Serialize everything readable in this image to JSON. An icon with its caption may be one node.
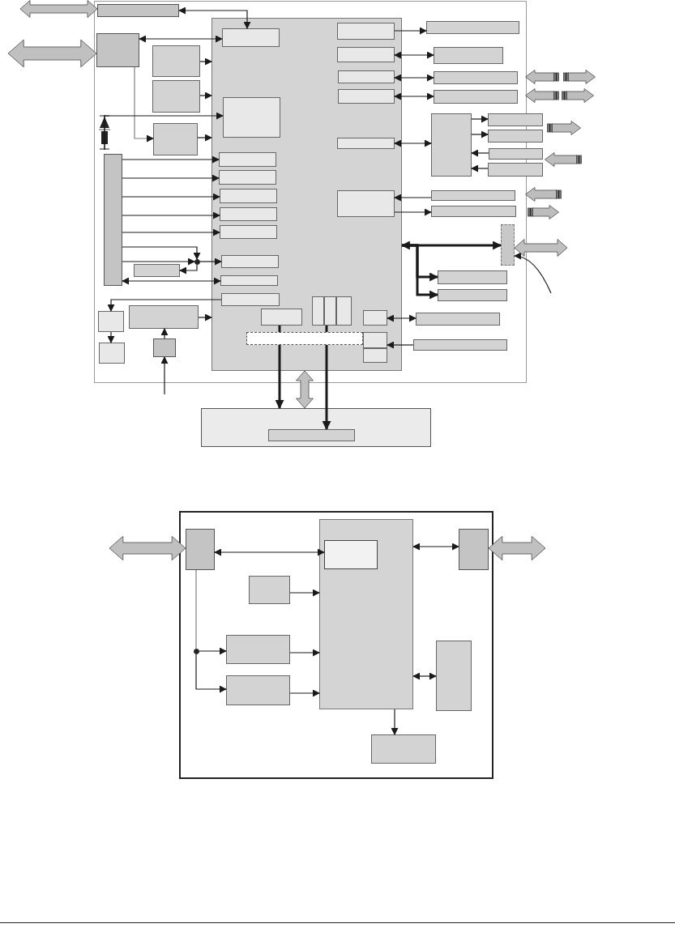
{
  "diagram": {
    "nodes": [
      {
        "text": [],
        "shape": "box"
      },
      {
        "text": [],
        "shape": "box",
        "in": 0
      },
      {
        "text": [],
        "shape": "box",
        "in": 0
      },
      {
        "text": [],
        "shape": "box",
        "in": 0
      },
      {
        "text": [],
        "shape": "box",
        "in": 0
      },
      {
        "text": [],
        "shape": "box",
        "in": 0
      },
      {
        "text": [],
        "shape": "box",
        "in": 0
      },
      {
        "text": [],
        "shape": "box",
        "in": 0
      },
      {
        "text": [],
        "shape": "box",
        "in": 0
      },
      {
        "text": [],
        "shape": "box",
        "in": 0
      },
      {
        "text": [],
        "shape": "box",
        "in": 0
      },
      {
        "text": [],
        "shape": "box",
        "in": 0
      },
      {
        "text": [],
        "shape": "box",
        "in": 0
      },
      {
        "text": [],
        "shape": "box",
        "in": 1
      },
      {
        "text": [],
        "shape": "box",
        "in": 1
      },
      {
        "text": [],
        "shape": "box",
        "in": 1
      },
      {
        "text": [],
        "shape": "box",
        "in": 1
      },
      {
        "text": [],
        "shape": "box",
        "in": 1
      },
      {
        "text": [],
        "shape": "box",
        "in": 1
      },
      {
        "text": [],
        "shape": "box",
        "in": 1
      },
      {
        "text": [],
        "shape": "box",
        "in": 1
      },
      {
        "text": [],
        "shape": "box",
        "in": 1
      },
      {
        "text": [],
        "shape": "box",
        "in": 1
      },
      {
        "text": [],
        "shape": "box",
        "in": 1
      },
      {
        "text": [],
        "shape": "box",
        "in": 1
      },
      {
        "text": [],
        "shape": "box",
        "in": 1
      },
      {
        "text": [],
        "shape": "box",
        "in": 1
      },
      {
        "text": [],
        "shape": "box",
        "in": 1
      },
      {
        "text": [],
        "shape": "box",
        "in": 1
      },
      {
        "text": [],
        "shape": "box",
        "in": 1
      },
      {
        "text": [],
        "shape": "box",
        "in": 1
      },
      {
        "text": [],
        "shape": "box",
        "in": 1
      },
      {
        "text": [],
        "shape": "box",
        "in": 1
      },
      {
        "text": [],
        "shape": "box",
        "in": 1
      },
      {
        "text": [],
        "shape": "box",
        "in": 1
      },
      {
        "text": [],
        "shape": "box",
        "in": 1
      },
      {
        "text": [],
        "shape": "box",
        "in": 1
      },
      {
        "text": [],
        "shape": "box",
        "in": 0
      },
      {
        "text": [],
        "shape": "box",
        "in": 0
      },
      {
        "text": [],
        "shape": "box",
        "in": 0
      },
      {
        "text": [],
        "shape": "box",
        "in": 0
      },
      {
        "text": [],
        "shape": "box",
        "in": 0
      },
      {
        "text": [],
        "shape": "box"
      },
      {
        "text": [],
        "shape": "box"
      },
      {
        "text": [],
        "shape": "box"
      },
      {
        "text": [],
        "shape": "box"
      },
      {
        "text": [],
        "shape": "box",
        "in": 0
      },
      {
        "text": [],
        "shape": "box",
        "in": 0
      },
      {
        "text": [],
        "shape": "box",
        "in": 0
      },
      {
        "text": [],
        "shape": "box",
        "in": 0
      },
      {
        "text": [],
        "shape": "box",
        "in": 0
      },
      {
        "text": [],
        "shape": "box",
        "in": 0
      },
      {
        "text": [],
        "shape": "box",
        "in": 0
      },
      {
        "text": [],
        "shape": "box"
      },
      {
        "text": [],
        "shape": "box",
        "in": 53
      },
      {
        "text": [],
        "shape": "diode",
        "in": 0
      },
      {
        "text": [],
        "shape": "circle",
        "in": 0
      },
      {
        "text": [],
        "shape": "box"
      },
      {
        "text": [],
        "shape": "box",
        "in": 57
      },
      {
        "text": [],
        "shape": "box",
        "in": 57
      },
      {
        "text": [],
        "shape": "box",
        "in": 59
      },
      {
        "text": [],
        "shape": "box",
        "in": 57
      },
      {
        "text": [],
        "shape": "box",
        "in": 57
      },
      {
        "text": [],
        "shape": "box",
        "in": 57
      },
      {
        "text": [],
        "shape": "box",
        "in": 57
      },
      {
        "text": [],
        "shape": "box",
        "in": 57
      },
      {
        "text": [],
        "shape": "box",
        "in": 57
      },
      {
        "text": [],
        "shape": "circle",
        "in": 57
      },
      {
        "text": [],
        "shape": "connector"
      },
      {
        "text": [],
        "shape": "connector"
      },
      {
        "text": [],
        "shape": "connector"
      },
      {
        "text": [],
        "shape": "connector"
      },
      {
        "text": [],
        "shape": "connector"
      },
      {
        "text": [],
        "shape": "connector"
      },
      {
        "text": [],
        "shape": "connector"
      },
      {
        "text": [],
        "shape": "connector"
      }
    ],
    "edges": [
      {
        "from": 2,
        "to": 13,
        "arrow": "both"
      },
      {
        "from": 3,
        "to": 13,
        "arrow": "both"
      },
      {
        "from": 4,
        "to": 1,
        "arrow": "to"
      },
      {
        "from": 5,
        "to": 1,
        "arrow": "to"
      },
      {
        "from": 3,
        "to": 6,
        "arrow": "to",
        "color": "#808080"
      },
      {
        "from": 6,
        "to": 1,
        "arrow": "to"
      },
      {
        "from": 55,
        "to": 14,
        "arrow": "to"
      },
      {
        "from": 7,
        "to": 15,
        "arrow": "to"
      },
      {
        "from": 7,
        "to": 16,
        "arrow": "to"
      },
      {
        "from": 7,
        "to": 17,
        "arrow": "to"
      },
      {
        "from": 7,
        "to": 18,
        "arrow": "to"
      },
      {
        "from": 7,
        "to": 19,
        "arrow": "to"
      },
      {
        "from": 7,
        "to": 56,
        "arrow": "to"
      },
      {
        "from": 7,
        "to": 56,
        "arrow": "to"
      },
      {
        "from": 56,
        "to": 20,
        "arrow": "to"
      },
      {
        "from": 56,
        "to": 8,
        "arrow": "to"
      },
      {
        "from": 7,
        "to": 21,
        "arrow": "both"
      },
      {
        "from": 22,
        "to": 9,
        "arrow": "to"
      },
      {
        "from": 9,
        "to": 10,
        "arrow": "to"
      },
      {
        "from": 12,
        "to": 11,
        "arrow": "to"
      },
      {
        "from": 11,
        "to": 1,
        "arrow": "to"
      },
      {
        "from": null,
        "to": 12,
        "arrow": "to"
      },
      {
        "from": 23,
        "to": 27,
        "arrow": "none",
        "style": "thick"
      },
      {
        "from": 25,
        "to": 27,
        "arrow": "none",
        "style": "thick"
      },
      {
        "from": 28,
        "to": 51,
        "arrow": "both"
      },
      {
        "from": 52,
        "to": 29,
        "arrow": "to"
      },
      {
        "from": 31,
        "to": 37,
        "arrow": "to"
      },
      {
        "from": 32,
        "to": 38,
        "arrow": "both"
      },
      {
        "from": 33,
        "to": 39,
        "arrow": "both"
      },
      {
        "from": 34,
        "to": 40,
        "arrow": "both"
      },
      {
        "from": 35,
        "to": 41,
        "arrow": "both"
      },
      {
        "from": 41,
        "to": 42,
        "arrow": "to"
      },
      {
        "from": 41,
        "to": 43,
        "arrow": "to"
      },
      {
        "from": 44,
        "to": 41,
        "arrow": "to"
      },
      {
        "from": 45,
        "to": 41,
        "arrow": "to"
      },
      {
        "from": 46,
        "to": 36,
        "arrow": "to"
      },
      {
        "from": 36,
        "to": 47,
        "arrow": "to"
      },
      {
        "from": 1,
        "to": 48,
        "arrow": "both",
        "style": "thick"
      },
      {
        "from": 1,
        "to": 49,
        "arrow": "to",
        "style": "thick"
      },
      {
        "from": 1,
        "to": 50,
        "arrow": "to",
        "style": "thick"
      },
      {
        "from": null,
        "to": 48,
        "arrow": "to"
      },
      {
        "from": null,
        "to": 2,
        "arrow": "both",
        "style": "thick",
        "color": "#c0c0c0"
      },
      {
        "from": null,
        "to": 3,
        "arrow": "both",
        "style": "thick",
        "color": "#c0c0c0"
      },
      {
        "from": 48,
        "to": null,
        "arrow": "both",
        "style": "thick",
        "color": "#c0c0c0"
      },
      {
        "from": 1,
        "to": 53,
        "arrow": "both",
        "style": "thick",
        "color": "#c0c0c0"
      },
      {
        "from": 58,
        "to": 60,
        "arrow": "both"
      },
      {
        "from": 61,
        "to": 59,
        "arrow": "both"
      },
      {
        "from": 62,
        "to": 59,
        "arrow": "to"
      },
      {
        "from": 63,
        "to": 59,
        "arrow": "to"
      },
      {
        "from": 64,
        "to": 59,
        "arrow": "to"
      },
      {
        "from": 58,
        "to": 67,
        "arrow": "none",
        "color": "#808080"
      },
      {
        "from": 67,
        "to": 63,
        "arrow": "to"
      },
      {
        "from": 67,
        "to": 64,
        "arrow": "to"
      },
      {
        "from": 59,
        "to": 65,
        "arrow": "both"
      },
      {
        "from": 59,
        "to": 66,
        "arrow": "to"
      },
      {
        "from": null,
        "to": 58,
        "arrow": "both",
        "style": "thick",
        "color": "#c0c0c0"
      },
      {
        "from": 61,
        "to": null,
        "arrow": "both",
        "style": "thick",
        "color": "#c0c0c0"
      },
      {
        "from": 27,
        "to": 53,
        "arrow": "to",
        "style": "thick"
      },
      {
        "from": 27,
        "to": 54,
        "arrow": "to",
        "style": "thick"
      }
    ]
  }
}
